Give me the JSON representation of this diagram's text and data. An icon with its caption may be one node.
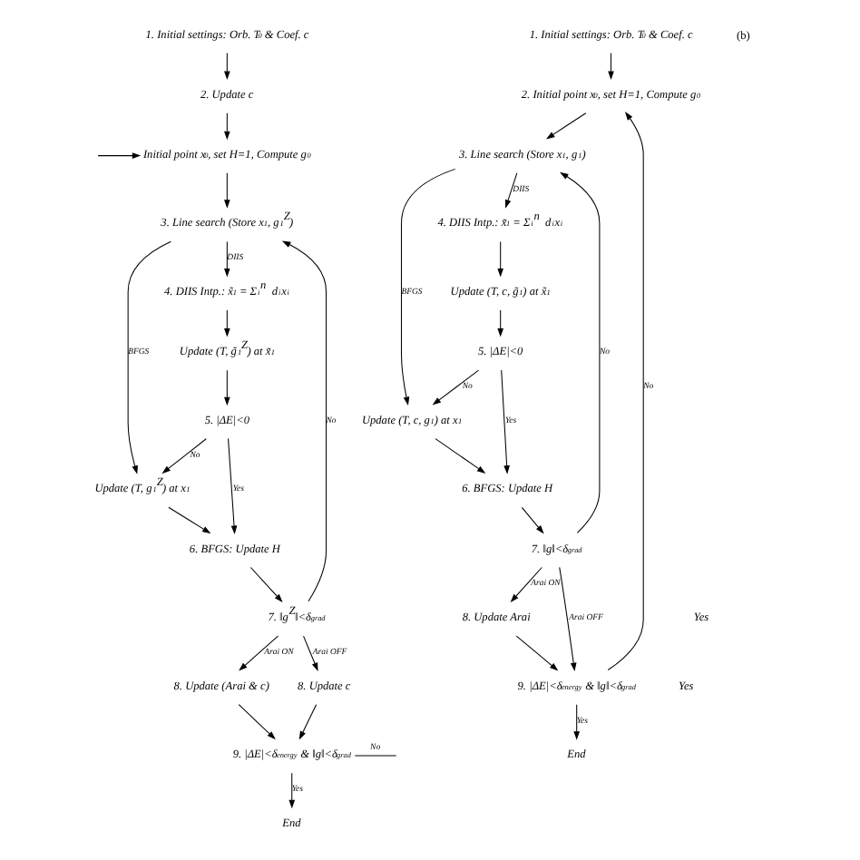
{
  "diagram": {
    "nodes": [
      {
        "text": [
          "1. Initial settings: Orb. T$_{0}$ & Coef. c"
        ]
      },
      {
        "text": [
          "2. Update c"
        ]
      },
      {
        "text": [
          "Initial point x$_{0}$, set H=1, Compute g$_{0}$"
        ]
      },
      {
        "text": [
          "3. Line search (Store x$_{1}$, g$_{1}$$^{Z}$)"
        ]
      },
      {
        "text": [
          "Update (T, g$_{1}$$^{Z}$) at x$_{1}$"
        ]
      },
      {
        "text": [
          "4. DIIS Intp.: x̃$_{1}$ = Σ$_{i}$$^{n}$ d$_{i}$x$_{i}$"
        ]
      },
      {
        "text": [
          "Update (T, g̃$_{1}$$^{Z}$) at x̃$_{1}$"
        ]
      },
      {
        "text": [
          "5. |ΔE|<0"
        ]
      },
      {
        "text": [
          "6. BFGS: Update H"
        ]
      },
      {
        "text": [
          "7. ‖g$^{Z}$‖<δ$_{grad}$"
        ]
      },
      {
        "text": [
          "8. Update (Arai & c)"
        ]
      },
      {
        "text": [
          "8. Update c"
        ]
      },
      {
        "text": [
          "9. |ΔE|<δ$_{energy}$ & ‖g‖<δ$_{grad}$"
        ]
      },
      {
        "text": [
          "End"
        ]
      },
      {
        "text": [
          "1. Initial settings: Orb. T$_{0}$ & Coef. c"
        ]
      },
      {
        "text": [
          "2. Initial point x$_{0}$, set H=1, Compute g$_{0}$"
        ]
      },
      {
        "text": [
          "3. Line search (Store x$_{1}$, g$_{1}$)"
        ]
      },
      {
        "text": [
          "Update (T, c, g$_{1}$) at x$_{1}$"
        ]
      },
      {
        "text": [
          "4. DIIS Intp.: x̃$_{1}$ = Σ$_{i}$$^{n}$ d$_{i}$x$_{i}$"
        ]
      },
      {
        "text": [
          "Update (T, c, g̃$_{1}$) at x̃$_{1}$"
        ]
      },
      {
        "text": [
          "5. |ΔE|<0"
        ]
      },
      {
        "text": [
          "6. BFGS: Update H"
        ]
      },
      {
        "text": [
          "7. ‖g‖<δ$_{grad}$"
        ]
      },
      {
        "text": [
          "8. Update Arai"
        ]
      },
      {
        "text": [
          "9. |ΔE|<δ$_{energy}$ & ‖g‖<δ$_{grad}$"
        ]
      },
      {
        "text": [
          "End"
        ]
      }
    ],
    "edges": [
      {
        "from": 0,
        "to": 1,
        "arrow": "to"
      },
      {
        "from": 1,
        "to": 2,
        "arrow": "to"
      },
      {
        "from": null,
        "to": 2,
        "arrow": "to"
      },
      {
        "from": 2,
        "to": 3,
        "arrow": "to"
      },
      {
        "from": 3,
        "to": 4,
        "arrow": "to",
        "label": "BFGS"
      },
      {
        "from": 3,
        "to": 5,
        "arrow": "to",
        "label": "DIIS"
      },
      {
        "from": 5,
        "to": 6,
        "arrow": "to"
      },
      {
        "from": 6,
        "to": 7,
        "arrow": "to"
      },
      {
        "from": 7,
        "to": 4,
        "arrow": "to",
        "label": "No"
      },
      {
        "from": 7,
        "to": 8,
        "arrow": "to",
        "label": "Yes"
      },
      {
        "from": 4,
        "to": 8,
        "arrow": "to"
      },
      {
        "from": 8,
        "to": 9,
        "arrow": "to"
      },
      {
        "from": 9,
        "to": 3,
        "arrow": "to",
        "label": "No"
      },
      {
        "from": 9,
        "to": 10,
        "arrow": "to",
        "label": "Arai ON"
      },
      {
        "from": 9,
        "to": 11,
        "arrow": "to",
        "label": "Arai OFF"
      },
      {
        "from": 10,
        "to": 12,
        "arrow": "to"
      },
      {
        "from": 11,
        "to": 12,
        "arrow": "to"
      },
      {
        "from": 12,
        "to": null,
        "arrow": "none",
        "label": "No"
      },
      {
        "from": 12,
        "to": 13,
        "arrow": "to",
        "label": "Yes"
      },
      {
        "from": 14,
        "to": 15,
        "arrow": "to"
      },
      {
        "from": 15,
        "to": 16,
        "arrow": "to"
      },
      {
        "from": 16,
        "to": 17,
        "arrow": "to",
        "label": "BFGS"
      },
      {
        "from": 16,
        "to": 18,
        "arrow": "to",
        "label": "DIIS"
      },
      {
        "from": 18,
        "to": 19,
        "arrow": "to"
      },
      {
        "from": 19,
        "to": 20,
        "arrow": "to"
      },
      {
        "from": 20,
        "to": 17,
        "arrow": "to",
        "label": "No"
      },
      {
        "from": 20,
        "to": 21,
        "arrow": "to",
        "label": "Yes"
      },
      {
        "from": 17,
        "to": 21,
        "arrow": "to"
      },
      {
        "from": 21,
        "to": 22,
        "arrow": "to"
      },
      {
        "from": 22,
        "to": 16,
        "arrow": "to",
        "label": "No"
      },
      {
        "from": 22,
        "to": 23,
        "arrow": "to",
        "label": "Arai ON"
      },
      {
        "from": 22,
        "to": 24,
        "arrow": "to",
        "label": "Arai OFF"
      },
      {
        "from": 23,
        "to": 24,
        "arrow": "to"
      },
      {
        "from": 24,
        "to": 15,
        "arrow": "to",
        "label": "No"
      },
      {
        "from": 24,
        "to": 25,
        "arrow": "to",
        "label": "Yes"
      }
    ],
    "labels": [
      "(b)",
      "Yes",
      "Yes"
    ]
  }
}
